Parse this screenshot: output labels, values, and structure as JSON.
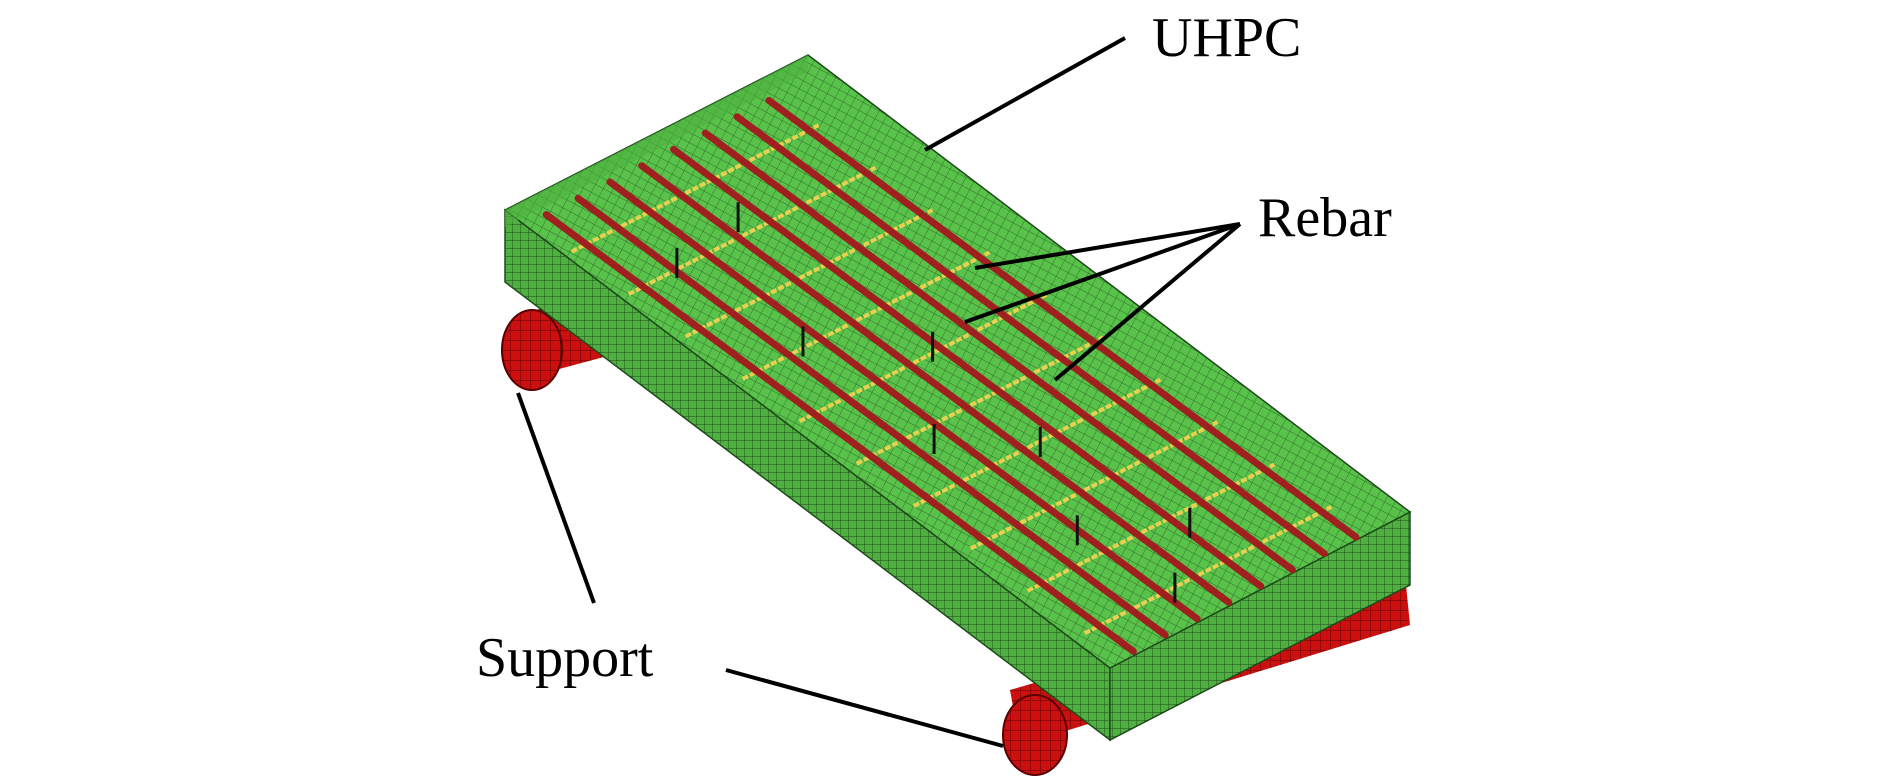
{
  "diagram": {
    "labels": {
      "uhpc": "UHPC",
      "rebar": "Rebar",
      "support": "Support"
    },
    "colors": {
      "uhpc": "#59c24a",
      "uhpc_dark": "#3d8f33",
      "mesh": "#1e4a1a",
      "longitudinal_rebar": "#a02020",
      "transverse_rebar": "#e8d050",
      "stirrup": "#111111",
      "support": "#cc1010",
      "support_mesh": "#5a0000"
    },
    "rebar_counts": {
      "longitudinal": 8,
      "transverse": 10
    }
  }
}
